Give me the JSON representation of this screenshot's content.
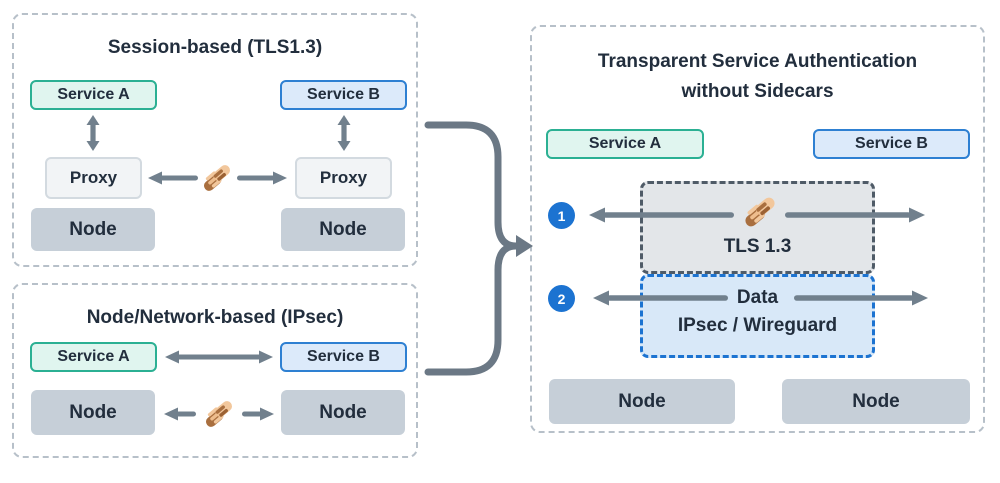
{
  "session_panel": {
    "title": "Session-based (TLS1.3)",
    "service_a": "Service A",
    "service_b": "Service B",
    "proxy_left": "Proxy",
    "proxy_right": "Proxy",
    "node_left": "Node",
    "node_right": "Node"
  },
  "network_panel": {
    "title": "Node/Network-based (IPsec)",
    "service_a": "Service A",
    "service_b": "Service B",
    "node_left": "Node",
    "node_right": "Node"
  },
  "transparent_panel": {
    "title_line1": "Transparent Service Authentication",
    "title_line2": "without Sidecars",
    "service_a": "Service A",
    "service_b": "Service B",
    "step_1": "1",
    "step_2": "2",
    "tls_label": "TLS 1.3",
    "data_label": "Data",
    "tunnel_label": "IPsec / Wireguard",
    "node_left": "Node",
    "node_right": "Node"
  },
  "icons": {
    "handshake": "handshake-icon"
  },
  "colors": {
    "text": "#222e3d",
    "panel_border": "#b7c0c9",
    "service_a_bg": "#e0f5ef",
    "service_a_border": "#2bb093",
    "service_b_bg": "#dceafa",
    "service_b_border": "#2e80d2",
    "proxy_bg": "#f2f4f6",
    "proxy_border": "#d3dae0",
    "node_bg": "#c6cfd8",
    "arrow": "#71808d",
    "connector": "#6b7885",
    "step_circle": "#1c73d1",
    "tls_box_bg": "#e3e6e9",
    "tls_box_border": "#4f5b67",
    "data_box_bg": "#d8e8f8",
    "data_box_border": "#1c73d1",
    "hand_dark": "#a96f3f",
    "hand_light": "#f2c79c"
  }
}
